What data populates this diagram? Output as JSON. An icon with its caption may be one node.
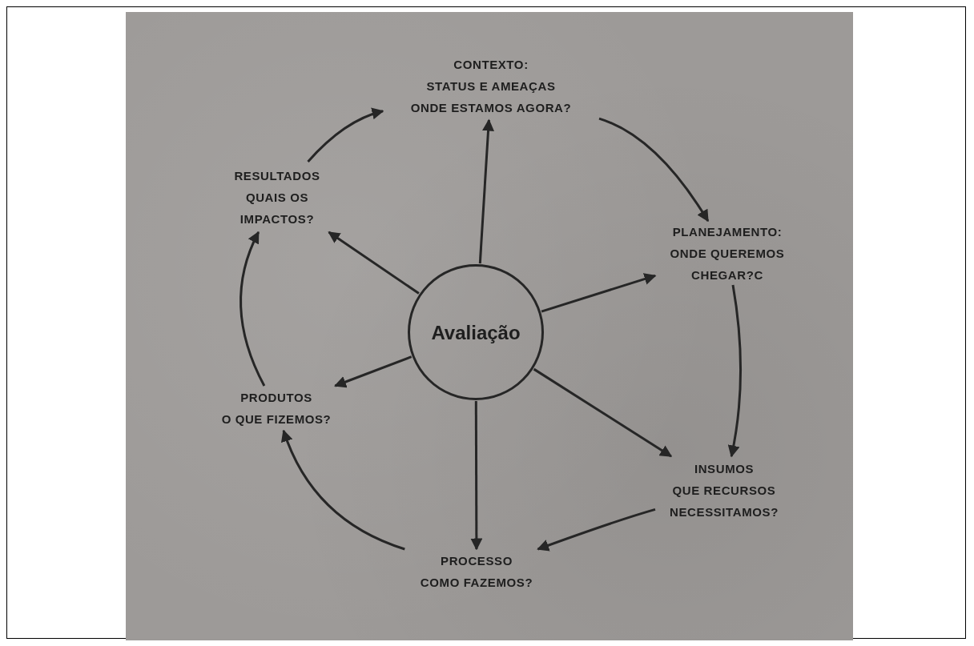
{
  "diagram": {
    "nodes": [
      {
        "text": [
          "CONTEXTO:",
          "STATUS E AMEAÇAS",
          "ONDE ESTAMOS AGORA?"
        ]
      },
      {
        "text": [
          "RESULTADOS",
          "QUAIS OS IMPACTOS?"
        ]
      },
      {
        "text": [
          "PLANEJAMENTO:",
          "ONDE QUEREMOS CHEGAR?C"
        ]
      },
      {
        "text": [
          "Avaliação"
        ]
      },
      {
        "text": [
          "PRODUTOS",
          "O QUE FIZEMOS?"
        ]
      },
      {
        "text": [
          "INSUMOS",
          "QUE RECURSOS NECESSITAMOS?"
        ]
      },
      {
        "text": [
          "PROCESSO",
          "COMO FAZEMOS?"
        ]
      }
    ],
    "edges": [
      {
        "from": 0,
        "to": 2,
        "arrow": "to"
      },
      {
        "from": 2,
        "to": 5,
        "arrow": "to"
      },
      {
        "from": 5,
        "to": 6,
        "arrow": "to"
      },
      {
        "from": 6,
        "to": 4,
        "arrow": "to"
      },
      {
        "from": 4,
        "to": 1,
        "arrow": "to"
      },
      {
        "from": 1,
        "to": 0,
        "arrow": "to"
      },
      {
        "from": 3,
        "to": 0,
        "arrow": "to"
      },
      {
        "from": 3,
        "to": 1,
        "arrow": "to"
      },
      {
        "from": 3,
        "to": 2,
        "arrow": "to"
      },
      {
        "from": 3,
        "to": 4,
        "arrow": "to"
      },
      {
        "from": 3,
        "to": 5,
        "arrow": "to"
      },
      {
        "from": 3,
        "to": 6,
        "arrow": "to"
      }
    ]
  }
}
